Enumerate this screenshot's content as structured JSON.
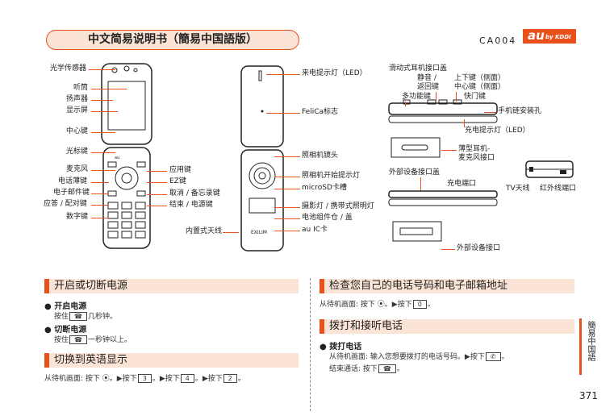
{
  "header": {
    "title": "中文简易说明书（簡易中国語版）",
    "model": "CA004",
    "logo_text": "au",
    "logo_sub": "by KDDI"
  },
  "diagram_left": {
    "labels_left": [
      "光学传感器",
      "听筒",
      "扬声器",
      "显示屏",
      "中心键",
      "光标键",
      "麦克风",
      "电话薄键",
      "电子邮件键",
      "应答 / 配对键",
      "数字键"
    ],
    "labels_right": [
      "应用键",
      "EZ键",
      "取消 / 备忘录键",
      "结束 / 电源键"
    ],
    "antenna": "内置式天线"
  },
  "diagram_mid": {
    "labels": [
      "来电提示灯（LED）",
      "FeliCa标志",
      "照相机镜头",
      "照相机开始提示灯",
      "microSD卡槽",
      "摄影灯 / 携带式照明灯",
      "电池组件仓 / 盖",
      "au IC卡"
    ]
  },
  "diagram_right": {
    "top_labels": [
      "滑动式耳机接口盖",
      "静音 /",
      "返回键",
      "上下键（侧面）",
      "中心键（侧面）",
      "多功能键",
      "快门键",
      "手机链安装孔",
      "充电提示灯（LED）",
      "薄型耳机-",
      "麦克风接口"
    ],
    "bottom_labels": [
      "外部设备接口盖",
      "充电端口",
      "TV天线",
      "红外线端口",
      "外部设备接口"
    ]
  },
  "sections": {
    "power": {
      "title": "开启或切断电源",
      "on_title": "开启电源",
      "on_text_a": "按住",
      "on_key": "☎",
      "on_text_b": "几秒钟。",
      "off_title": "切断电源",
      "off_text_a": "按住",
      "off_key": "☎",
      "off_text_b": "一秒钟以上。"
    },
    "english": {
      "title": "切换到英语显示",
      "text": "从待机画面: 按下",
      "keys": [
        "3",
        "4",
        "2"
      ]
    },
    "mynumber": {
      "title": "检查您自己的电话号码和电子邮箱地址",
      "text": "从待机画面: 按下",
      "key": "0"
    },
    "calls": {
      "title": "拨打和接听电话",
      "bullet": "拨打电话",
      "line1": "从待机画面: 输入您想要拨打的电话号码。▶按下",
      "line2": "结束通话: 按下"
    }
  },
  "side_tab": "簡易中国語",
  "page_number": "371"
}
